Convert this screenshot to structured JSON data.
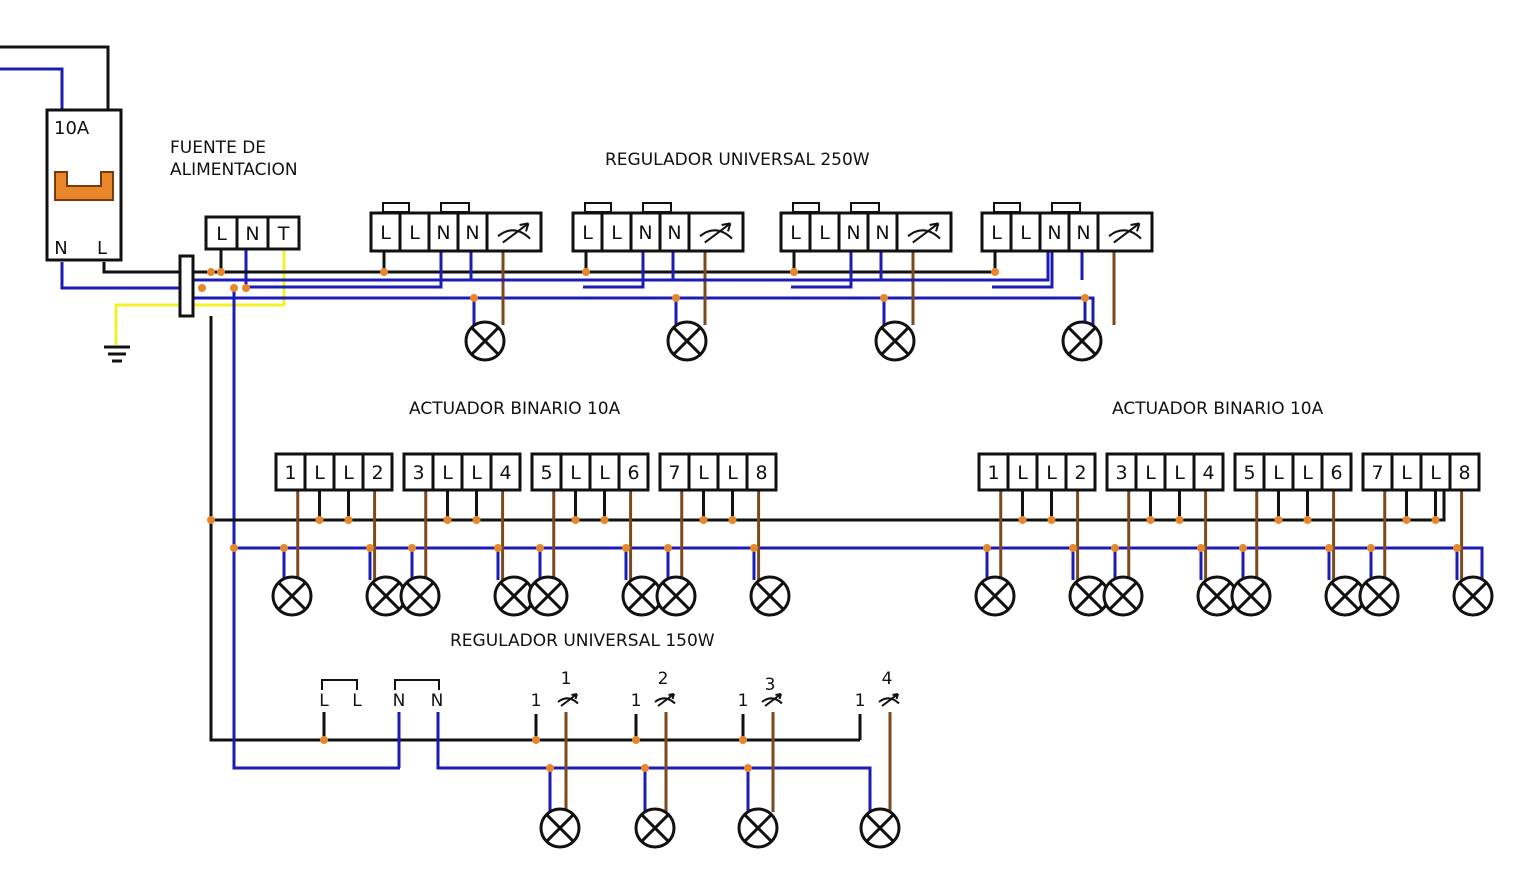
{
  "title_power_supply_line1": "FUENTE DE",
  "title_power_supply_line2": "ALIMENTACION",
  "title_regulator_250": "REGULADOR UNIVERSAL 250W",
  "title_actuator_left": "ACTUADOR BINARIO 10A",
  "title_actuator_right": "ACTUADOR BINARIO 10A",
  "title_regulator_150": "REGULADOR UNIVERSAL 150W",
  "breaker": {
    "rating": "10A",
    "term_n": "N",
    "term_l": "L"
  },
  "power_supply_terminals": [
    "L",
    "N",
    "T"
  ],
  "regulator_250_terminals": [
    "L",
    "L",
    "N",
    "N"
  ],
  "actuator_groups": [
    [
      "1",
      "L",
      "L",
      "2"
    ],
    [
      "3",
      "L",
      "L",
      "4"
    ],
    [
      "5",
      "L",
      "L",
      "6"
    ],
    [
      "7",
      "L",
      "L",
      "8"
    ]
  ],
  "regulator_150_terminals": [
    "L",
    "L",
    "N",
    "N"
  ],
  "regulator_150_channels": [
    {
      "input": "1",
      "output": "1"
    },
    {
      "input": "1",
      "output": "2"
    },
    {
      "input": "1",
      "output": "3"
    },
    {
      "input": "1",
      "output": "4"
    }
  ],
  "colors": {
    "line": "#111111",
    "neutral": "#1c1cb4",
    "earth": "#f2f22a",
    "load": "#7a4a1e",
    "junction": "#e8862a",
    "breaker_toggle": "#e8862a"
  }
}
